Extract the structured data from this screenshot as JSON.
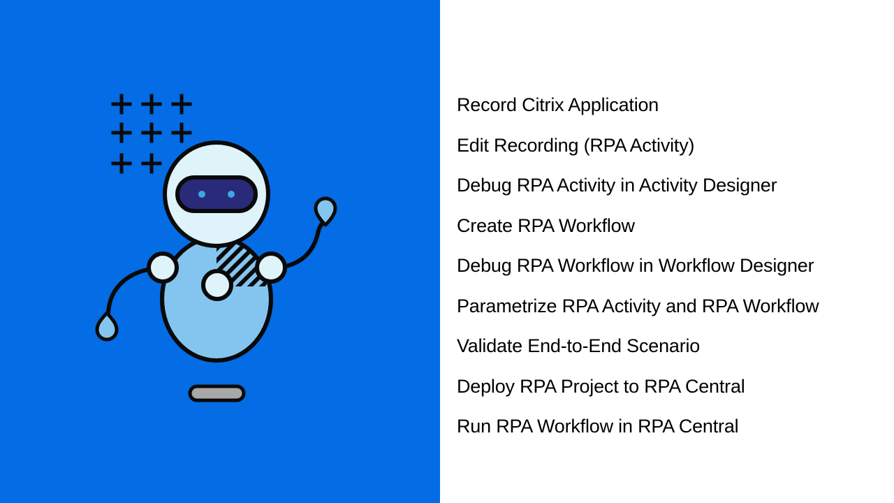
{
  "colors": {
    "background_left": "#046ce4",
    "background_right": "#ffffff",
    "robot_light": "#dff3fa",
    "robot_body": "#84c5ef",
    "visor": "#2a2a7a",
    "eye": "#3fa6e6",
    "outline": "#0a0a0a",
    "text": "#000000"
  },
  "illustration": {
    "icon": "robot-waving-icon",
    "decoration_icon": "plus-grid-icon"
  },
  "steps": [
    "Record Citrix Application",
    "Edit Recording (RPA Activity)",
    "Debug RPA Activity in Activity Designer",
    "Create RPA Workflow",
    "Debug RPA Workflow in Workflow Designer",
    "Parametrize RPA Activity and RPA Workflow",
    "Validate End-to-End Scenario",
    "Deploy RPA Project to RPA Central",
    "Run RPA Workflow in RPA Central"
  ]
}
